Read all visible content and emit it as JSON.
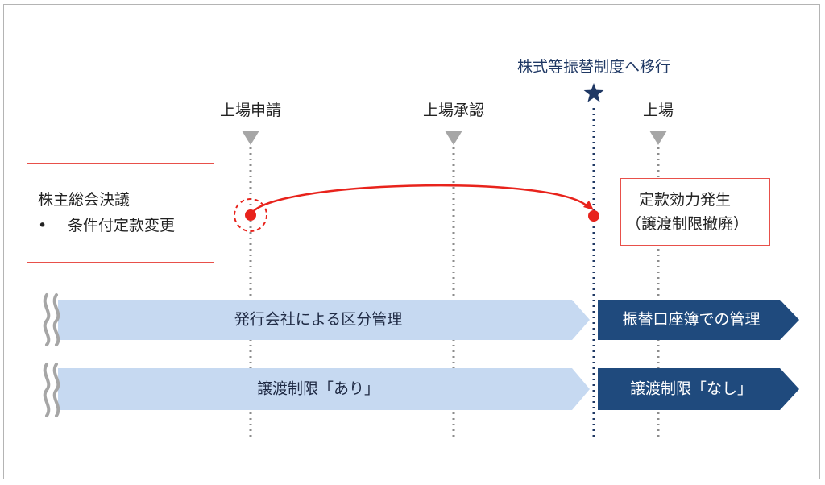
{
  "transition": {
    "label": "株式等振替制度へ移行"
  },
  "milestones": [
    {
      "id": "apply",
      "label": "上場申請"
    },
    {
      "id": "approval",
      "label": "上場承認"
    },
    {
      "id": "listing",
      "label": "上場"
    }
  ],
  "left_box": {
    "title": "株主総会決議",
    "bullet": "•",
    "item": "条件付定款変更"
  },
  "right_box": {
    "line1": "定款効力発生",
    "line2": "（譲渡制限撤廃）"
  },
  "bands": [
    {
      "before": "発行会社による区分管理",
      "after": "振替口座簿での管理"
    },
    {
      "before": "譲渡制限「あり」",
      "after": "譲渡制限「なし」"
    }
  ],
  "colors": {
    "light_band": "#c6d9f1",
    "dark_band": "#1f4a7d",
    "accent_red": "#e8231c",
    "box_border": "#e8504a",
    "transition_line": "#1f3864",
    "milestone_line": "#8c8c8c",
    "wave": "#a6a6a6"
  }
}
